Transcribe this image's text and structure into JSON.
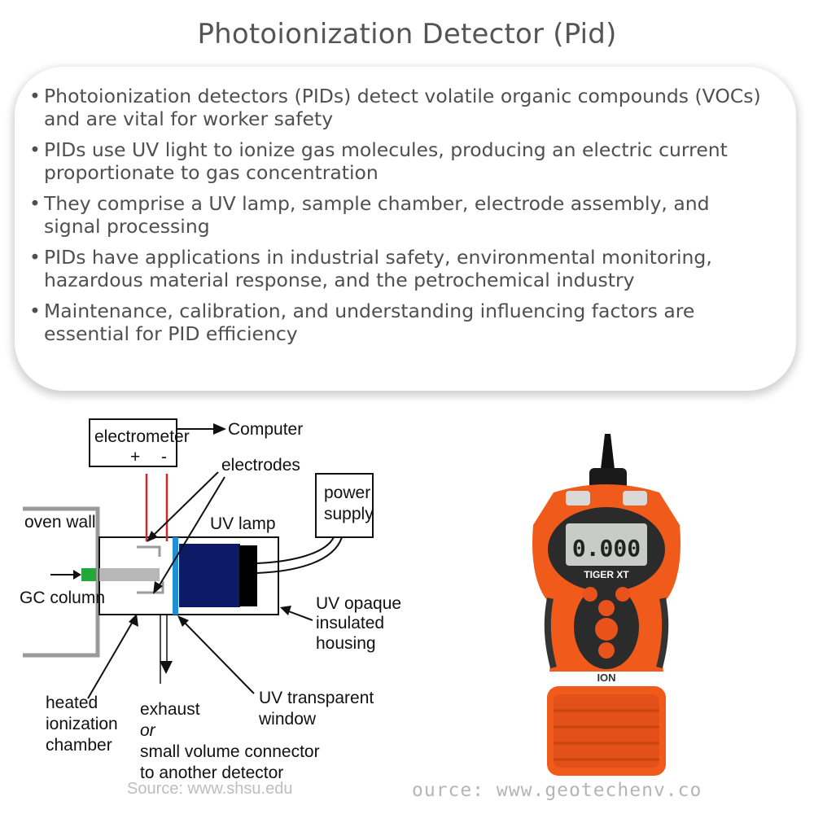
{
  "title": "Photoionization Detector (Pid)",
  "bullets": [
    "Photoionization detectors (PIDs) detect volatile organic compounds (VOCs) and are vital for worker safety",
    "PIDs use UV light to ionize gas molecules, producing an electric current proportionate to gas concentration",
    "They comprise a UV lamp, sample chamber, electrode assembly, and signal processing",
    "PIDs have applications in industrial safety, environmental monitoring, hazardous material response, and the petrochemical industry",
    "Maintenance, calibration, and understanding influencing factors are essential for PID efficiency"
  ],
  "diagram": {
    "electrometer": "electrometer",
    "plus": "+",
    "minus": "-",
    "computer": "Computer",
    "electrodes": "electrodes",
    "power_supply_1": "power",
    "power_supply_2": "supply",
    "uv_lamp": "UV lamp",
    "oven_wall": "oven wall",
    "gc_column": "GC column",
    "uv_opaque_1": "UV opaque",
    "uv_opaque_2": "insulated",
    "uv_opaque_3": "housing",
    "heated_1": "heated",
    "heated_2": "ionization",
    "heated_3": "chamber",
    "exhaust_1": "exhaust",
    "exhaust_2": "or",
    "exhaust_3": "small volume connector",
    "exhaust_4": "to another detector",
    "uv_window_1": "UV transparent",
    "uv_window_2": "window",
    "colors": {
      "lamp": "#0d1a66",
      "window": "#1e90d8",
      "gc_inlet": "#22a83a",
      "electrode_wire": "#cc2a2a"
    }
  },
  "device": {
    "display_value": "0.000",
    "model": "TIGER XT",
    "brand": "ION",
    "body_color": "#f05a1a"
  },
  "sources": {
    "left": "Source: www.shsu.edu",
    "right": "ource: www.geotechenv.co"
  }
}
